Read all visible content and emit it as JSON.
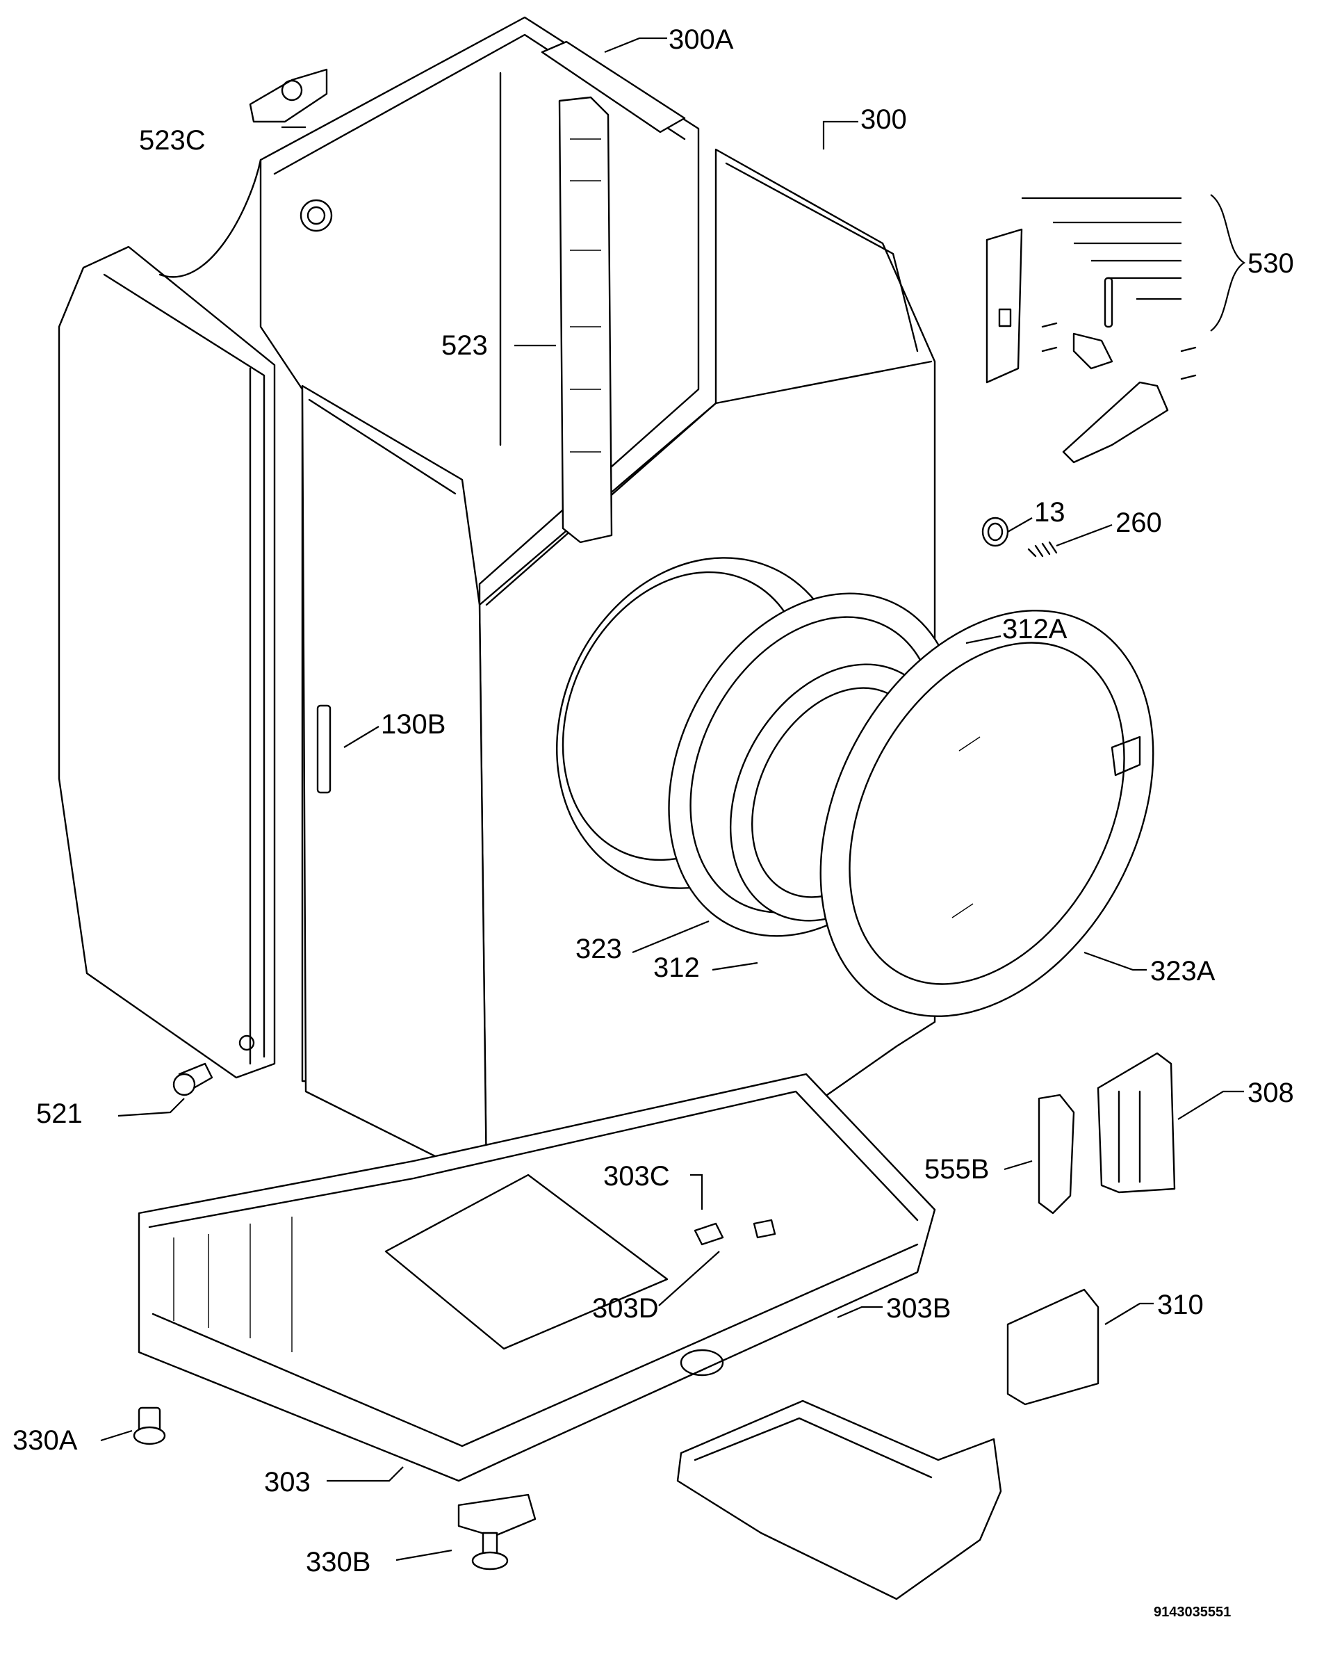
{
  "diagram": {
    "labels": {
      "l300a": "300A",
      "l523c": "523C",
      "l300": "300",
      "l530": "530",
      "l523": "523",
      "l13": "13",
      "l260": "260",
      "l312a": "312A",
      "l130b": "130B",
      "l323": "323",
      "l312": "312",
      "l323a": "323A",
      "l521": "521",
      "l308": "308",
      "l555b": "555B",
      "l303c": "303C",
      "l303d": "303D",
      "l310": "310",
      "l303b": "303B",
      "l330a": "330A",
      "l303": "303",
      "l330b": "330B"
    },
    "drawing_number": "9143035551"
  }
}
